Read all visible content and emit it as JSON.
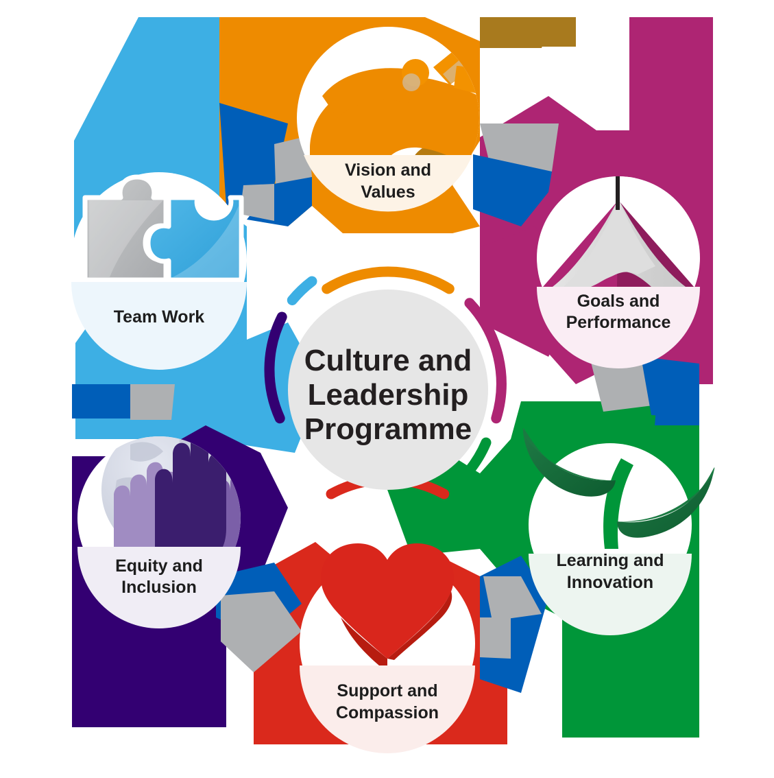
{
  "diagram": {
    "title": "Culture and Leadership Programme",
    "center": {
      "line1": "Culture and",
      "line2": "Leadership",
      "line3": "Programme",
      "fill": "#E6E6E6"
    },
    "nodes": [
      {
        "id": "vision-and-values",
        "label_line1": "Vision and",
        "label_line2": "Values",
        "icon": "telescope-icon",
        "color": "#EE8B00",
        "band": "#FDF3E6",
        "position": "top"
      },
      {
        "id": "goals-and-performance",
        "label_line1": "Goals and",
        "label_line2": "Performance",
        "icon": "mountain-flag-icon",
        "color": "#AE2573",
        "band": "#FAEDF4",
        "position": "top-right"
      },
      {
        "id": "learning-and-innovation",
        "label_line1": "Learning and",
        "label_line2": "Innovation",
        "icon": "sprout-icon",
        "color": "#009639",
        "band": "#EDF5F0",
        "position": "bottom-right"
      },
      {
        "id": "support-and-compassion",
        "label_line1": "Support and",
        "label_line2": "Compassion",
        "icon": "heart-icon",
        "color": "#DA291C",
        "band": "#FBEDEB",
        "position": "bottom"
      },
      {
        "id": "equity-and-inclusion",
        "label_line1": "Equity and",
        "label_line2": "Inclusion",
        "icon": "raised-hands-globe-icon",
        "color": "#330072",
        "band": "#F0EDF5",
        "position": "bottom-left"
      },
      {
        "id": "team-work",
        "label_line1": "Team Work",
        "label_line2": "",
        "icon": "puzzle-pieces-icon",
        "color": "#3DAFE4",
        "band": "#EDF6FC",
        "position": "top-left"
      }
    ],
    "ring_segments": [
      {
        "name": "ring-segment-orange",
        "color": "#EE8B00"
      },
      {
        "name": "ring-segment-magenta",
        "color": "#AE2573"
      },
      {
        "name": "ring-segment-green",
        "color": "#009639"
      },
      {
        "name": "ring-segment-red",
        "color": "#DA291C"
      },
      {
        "name": "ring-segment-purple",
        "color": "#330072"
      },
      {
        "name": "ring-segment-lightblue",
        "color": "#3DAFE4"
      }
    ],
    "palette": {
      "orange": "#EE8B00",
      "magenta": "#AE2573",
      "green": "#009639",
      "red": "#DA291C",
      "purple": "#330072",
      "light_blue": "#3DAFE4",
      "dark_blue": "#005EB8",
      "grey": "#AEB0B2",
      "centre_grey": "#E6E6E6",
      "text_dark": "#231f20"
    }
  }
}
